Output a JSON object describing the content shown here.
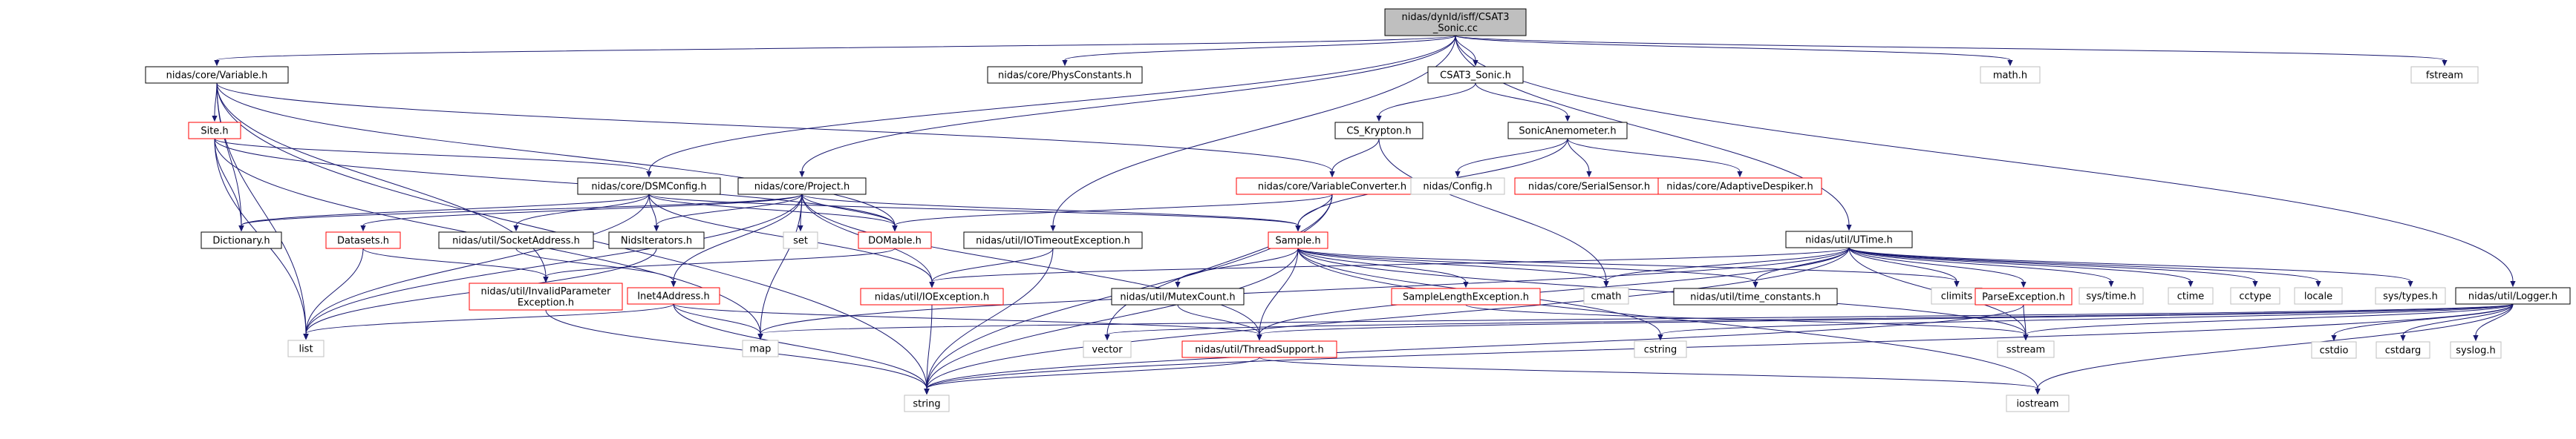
{
  "graph": {
    "nodes": [
      {
        "id": "root",
        "lines": [
          "nidas/dynld/isff/CSAT3",
          "_Sonic.cc"
        ],
        "style": "root"
      },
      {
        "id": "variable",
        "lines": [
          "nidas/core/Variable.h"
        ],
        "style": "normal"
      },
      {
        "id": "physconst",
        "lines": [
          "nidas/core/PhysConstants.h"
        ],
        "style": "normal"
      },
      {
        "id": "csat3",
        "lines": [
          "CSAT3_Sonic.h"
        ],
        "style": "normal"
      },
      {
        "id": "mathh",
        "lines": [
          "math.h"
        ],
        "style": "system"
      },
      {
        "id": "fstream",
        "lines": [
          "fstream"
        ],
        "style": "system"
      },
      {
        "id": "site",
        "lines": [
          "Site.h"
        ],
        "style": "missing"
      },
      {
        "id": "cskrypton",
        "lines": [
          "CS_Krypton.h"
        ],
        "style": "normal"
      },
      {
        "id": "sonic",
        "lines": [
          "SonicAnemometer.h"
        ],
        "style": "normal"
      },
      {
        "id": "varconv",
        "lines": [
          "nidas/core/VariableConverter.h"
        ],
        "style": "missing"
      },
      {
        "id": "config",
        "lines": [
          "nidas/Config.h"
        ],
        "style": "system"
      },
      {
        "id": "serialsensor",
        "lines": [
          "nidas/core/SerialSensor.h"
        ],
        "style": "missing"
      },
      {
        "id": "despiker",
        "lines": [
          "nidas/core/AdaptiveDespiker.h"
        ],
        "style": "missing"
      },
      {
        "id": "dsmconfig",
        "lines": [
          "nidas/core/DSMConfig.h"
        ],
        "style": "normal"
      },
      {
        "id": "project",
        "lines": [
          "nidas/core/Project.h"
        ],
        "style": "normal"
      },
      {
        "id": "utime",
        "lines": [
          "nidas/util/UTime.h"
        ],
        "style": "normal"
      },
      {
        "id": "dictionary",
        "lines": [
          "Dictionary.h"
        ],
        "style": "normal"
      },
      {
        "id": "datasets",
        "lines": [
          "Datasets.h"
        ],
        "style": "missing"
      },
      {
        "id": "socketaddr",
        "lines": [
          "nidas/util/SocketAddress.h"
        ],
        "style": "normal"
      },
      {
        "id": "nsiterators",
        "lines": [
          "NidsIterators.h"
        ],
        "style": "normal"
      },
      {
        "id": "set",
        "lines": [
          "set"
        ],
        "style": "system"
      },
      {
        "id": "domable",
        "lines": [
          "DOMable.h"
        ],
        "style": "missing"
      },
      {
        "id": "iotimeout",
        "lines": [
          "nidas/util/IOTimeoutException.h"
        ],
        "style": "normal"
      },
      {
        "id": "sample",
        "lines": [
          "Sample.h"
        ],
        "style": "missing"
      },
      {
        "id": "invalidparam",
        "lines": [
          "nidas/util/InvalidParameter",
          "Exception.h"
        ],
        "style": "missing"
      },
      {
        "id": "inet4",
        "lines": [
          "Inet4Address.h"
        ],
        "style": "missing"
      },
      {
        "id": "ioexception",
        "lines": [
          "nidas/util/IOException.h"
        ],
        "style": "missing"
      },
      {
        "id": "mutexcount",
        "lines": [
          "nidas/util/MutexCount.h"
        ],
        "style": "normal"
      },
      {
        "id": "samplelength",
        "lines": [
          "SampleLengthException.h"
        ],
        "style": "missing"
      },
      {
        "id": "cmath",
        "lines": [
          "cmath"
        ],
        "style": "system"
      },
      {
        "id": "timeconst",
        "lines": [
          "nidas/util/time_constants.h"
        ],
        "style": "normal"
      },
      {
        "id": "climits",
        "lines": [
          "climits"
        ],
        "style": "system"
      },
      {
        "id": "parseexc",
        "lines": [
          "ParseException.h"
        ],
        "style": "missing"
      },
      {
        "id": "systime",
        "lines": [
          "sys/time.h"
        ],
        "style": "system"
      },
      {
        "id": "ctime",
        "lines": [
          "ctime"
        ],
        "style": "system"
      },
      {
        "id": "cctype",
        "lines": [
          "cctype"
        ],
        "style": "system"
      },
      {
        "id": "locale",
        "lines": [
          "locale"
        ],
        "style": "system"
      },
      {
        "id": "systypes",
        "lines": [
          "sys/types.h"
        ],
        "style": "system"
      },
      {
        "id": "logger",
        "lines": [
          "nidas/util/Logger.h"
        ],
        "style": "normal"
      },
      {
        "id": "list",
        "lines": [
          "list"
        ],
        "style": "system"
      },
      {
        "id": "map",
        "lines": [
          "map"
        ],
        "style": "system"
      },
      {
        "id": "vector",
        "lines": [
          "vector"
        ],
        "style": "system"
      },
      {
        "id": "threadsupport",
        "lines": [
          "nidas/util/ThreadSupport.h"
        ],
        "style": "missing"
      },
      {
        "id": "cstring",
        "lines": [
          "cstring"
        ],
        "style": "system"
      },
      {
        "id": "sstream",
        "lines": [
          "sstream"
        ],
        "style": "system"
      },
      {
        "id": "cstdio",
        "lines": [
          "cstdio"
        ],
        "style": "system"
      },
      {
        "id": "cstdarg",
        "lines": [
          "cstdarg"
        ],
        "style": "system"
      },
      {
        "id": "syslog",
        "lines": [
          "syslog.h"
        ],
        "style": "system"
      },
      {
        "id": "string",
        "lines": [
          "string"
        ],
        "style": "system"
      },
      {
        "id": "iostream",
        "lines": [
          "iostream"
        ],
        "style": "system"
      }
    ],
    "edges": [
      [
        "root",
        "variable"
      ],
      [
        "root",
        "physconst"
      ],
      [
        "root",
        "csat3"
      ],
      [
        "root",
        "mathh"
      ],
      [
        "root",
        "fstream"
      ],
      [
        "root",
        "dsmconfig"
      ],
      [
        "root",
        "project"
      ],
      [
        "root",
        "iotimeout"
      ],
      [
        "root",
        "utime"
      ],
      [
        "root",
        "logger"
      ],
      [
        "variable",
        "site"
      ],
      [
        "variable",
        "varconv"
      ],
      [
        "variable",
        "dictionary"
      ],
      [
        "variable",
        "domable"
      ],
      [
        "variable",
        "list"
      ],
      [
        "variable",
        "string"
      ],
      [
        "variable",
        "invalidparam"
      ],
      [
        "csat3",
        "cskrypton"
      ],
      [
        "csat3",
        "sonic"
      ],
      [
        "cskrypton",
        "varconv"
      ],
      [
        "cskrypton",
        "cmath"
      ],
      [
        "sonic",
        "config"
      ],
      [
        "sonic",
        "serialsensor"
      ],
      [
        "sonic",
        "despiker"
      ],
      [
        "sonic",
        "sample"
      ],
      [
        "site",
        "dsmconfig"
      ],
      [
        "site",
        "dictionary"
      ],
      [
        "site",
        "domable"
      ],
      [
        "site",
        "list"
      ],
      [
        "site",
        "map"
      ],
      [
        "varconv",
        "domable"
      ],
      [
        "varconv",
        "sample"
      ],
      [
        "varconv",
        "string"
      ],
      [
        "varconv",
        "vector"
      ],
      [
        "dsmconfig",
        "dictionary"
      ],
      [
        "dsmconfig",
        "socketaddr"
      ],
      [
        "dsmconfig",
        "nsiterators"
      ],
      [
        "dsmconfig",
        "sample"
      ],
      [
        "dsmconfig",
        "domable"
      ],
      [
        "dsmconfig",
        "ioexception"
      ],
      [
        "dsmconfig",
        "list"
      ],
      [
        "project",
        "dictionary"
      ],
      [
        "project",
        "datasets"
      ],
      [
        "project",
        "nsiterators"
      ],
      [
        "project",
        "set"
      ],
      [
        "project",
        "domable"
      ],
      [
        "project",
        "sample"
      ],
      [
        "project",
        "inet4"
      ],
      [
        "project",
        "ioexception"
      ],
      [
        "project",
        "list"
      ],
      [
        "project",
        "map"
      ],
      [
        "project",
        "threadsupport"
      ],
      [
        "utime",
        "cmath"
      ],
      [
        "utime",
        "timeconst"
      ],
      [
        "utime",
        "climits"
      ],
      [
        "utime",
        "parseexc"
      ],
      [
        "utime",
        "systime"
      ],
      [
        "utime",
        "ctime"
      ],
      [
        "utime",
        "cctype"
      ],
      [
        "utime",
        "locale"
      ],
      [
        "utime",
        "systypes"
      ],
      [
        "utime",
        "ioexception"
      ],
      [
        "utime",
        "string"
      ],
      [
        "utime",
        "sstream"
      ],
      [
        "utime",
        "map"
      ],
      [
        "utime",
        "threadsupport"
      ],
      [
        "datasets",
        "invalidparam"
      ],
      [
        "datasets",
        "list"
      ],
      [
        "socketaddr",
        "inet4"
      ],
      [
        "nsiterators",
        "list"
      ],
      [
        "domable",
        "invalidparam"
      ],
      [
        "iotimeout",
        "ioexception"
      ],
      [
        "iotimeout",
        "string"
      ],
      [
        "sample",
        "mutexcount"
      ],
      [
        "sample",
        "samplelength"
      ],
      [
        "sample",
        "cmath"
      ],
      [
        "sample",
        "timeconst"
      ],
      [
        "sample",
        "climits"
      ],
      [
        "sample",
        "cstring"
      ],
      [
        "sample",
        "threadsupport"
      ],
      [
        "sample",
        "iostream"
      ],
      [
        "sample",
        "sstream"
      ],
      [
        "sample",
        "string"
      ],
      [
        "invalidparam",
        "string"
      ],
      [
        "inet4",
        "threadsupport"
      ],
      [
        "inet4",
        "list"
      ],
      [
        "inet4",
        "map"
      ],
      [
        "inet4",
        "string"
      ],
      [
        "ioexception",
        "string"
      ],
      [
        "mutexcount",
        "threadsupport"
      ],
      [
        "samplelength",
        "sstream"
      ],
      [
        "parseexc",
        "sstream"
      ],
      [
        "parseexc",
        "string"
      ],
      [
        "logger",
        "threadsupport"
      ],
      [
        "logger",
        "cstdio"
      ],
      [
        "logger",
        "cstdarg"
      ],
      [
        "logger",
        "syslog"
      ],
      [
        "logger",
        "string"
      ],
      [
        "logger",
        "vector"
      ],
      [
        "logger",
        "iostream"
      ],
      [
        "logger",
        "sstream"
      ],
      [
        "logger",
        "cstring"
      ],
      [
        "logger",
        "map"
      ],
      [
        "threadsupport",
        "string"
      ],
      [
        "threadsupport",
        "iostream"
      ]
    ]
  },
  "styles": {
    "root": {
      "fill": "#bfbfbf",
      "stroke": "#000000"
    },
    "normal": {
      "fill": "#ffffff",
      "stroke": "#000000"
    },
    "missing": {
      "fill": "#ffffff",
      "stroke": "#ff0000"
    },
    "system": {
      "fill": "#ffffff",
      "stroke": "#bfbfbf"
    },
    "edge_color": "#191970"
  }
}
